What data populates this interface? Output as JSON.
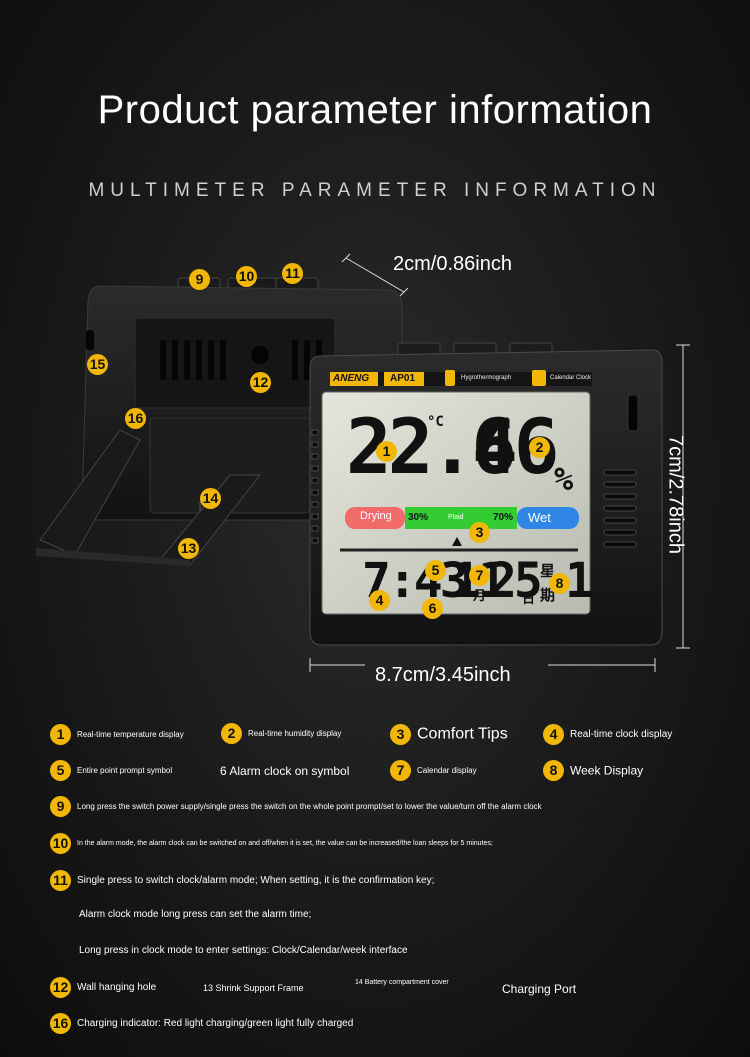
{
  "header": {
    "title": "Product parameter information",
    "subtitle": "MULTIMETER PARAMETER INFORMATION"
  },
  "dimensions": {
    "depth": "2cm/0.86inch",
    "height": "7cm/2.78inch",
    "width": "8.7cm/3.45inch"
  },
  "device": {
    "brand": "ANENG",
    "model": "AP01",
    "hygro_label": "Hygrothermograph",
    "calendar_label": "Calendar Clock",
    "temperature": "22.6",
    "temp_unit": "°C",
    "humidity": "46",
    "humidity_unit": "%",
    "comfort": {
      "drying": "Drying",
      "low": "30%",
      "plaid": "Plaid",
      "high": "70%",
      "wet": "Wet"
    },
    "time": "7:43",
    "date_month": "11",
    "date_day": "25",
    "week_day": "1",
    "month_char": "月",
    "day_char": "日",
    "week_char1": "星",
    "week_char2": "期"
  },
  "callouts": [
    "1",
    "2",
    "3",
    "4",
    "5",
    "6",
    "7",
    "8",
    "9",
    "10",
    "11",
    "12",
    "13",
    "14",
    "15",
    "16"
  ],
  "legend": {
    "l1": "Real-time temperature display",
    "l2": "Real-time humidity display",
    "l3": "Comfort Tips",
    "l4": "Real-time clock display",
    "l5": "Entire point prompt symbol",
    "l6": "6 Alarm clock on symbol",
    "l7": "Calendar display",
    "l8": "Week Display",
    "l9": "Long press the switch power supply/single press the switch on the whole point prompt/set to lower the value/turn off the alarm clock",
    "l10": "In the alarm mode, the alarm clock can be switched on and off/when it is set, the value can be increased/the loan sleeps for 5 minutes;",
    "l11": "Single press to switch clock/alarm mode; When setting, it is the confirmation key;",
    "l11b": "Alarm clock mode long press can set the alarm time;",
    "l11c": "Long press in clock mode to enter settings: Clock/Calendar/week interface",
    "l12": "Wall hanging hole",
    "l13": "13 Shrink Support Frame",
    "l14": "14 Battery compartment cover",
    "l15": "Charging Port",
    "l16": "Charging indicator: Red light charging/green light fully charged"
  },
  "colors": {
    "accent": "#f2b705",
    "drying": "#f26b6b",
    "plaid": "#33cc33",
    "wet": "#2f86e6"
  }
}
